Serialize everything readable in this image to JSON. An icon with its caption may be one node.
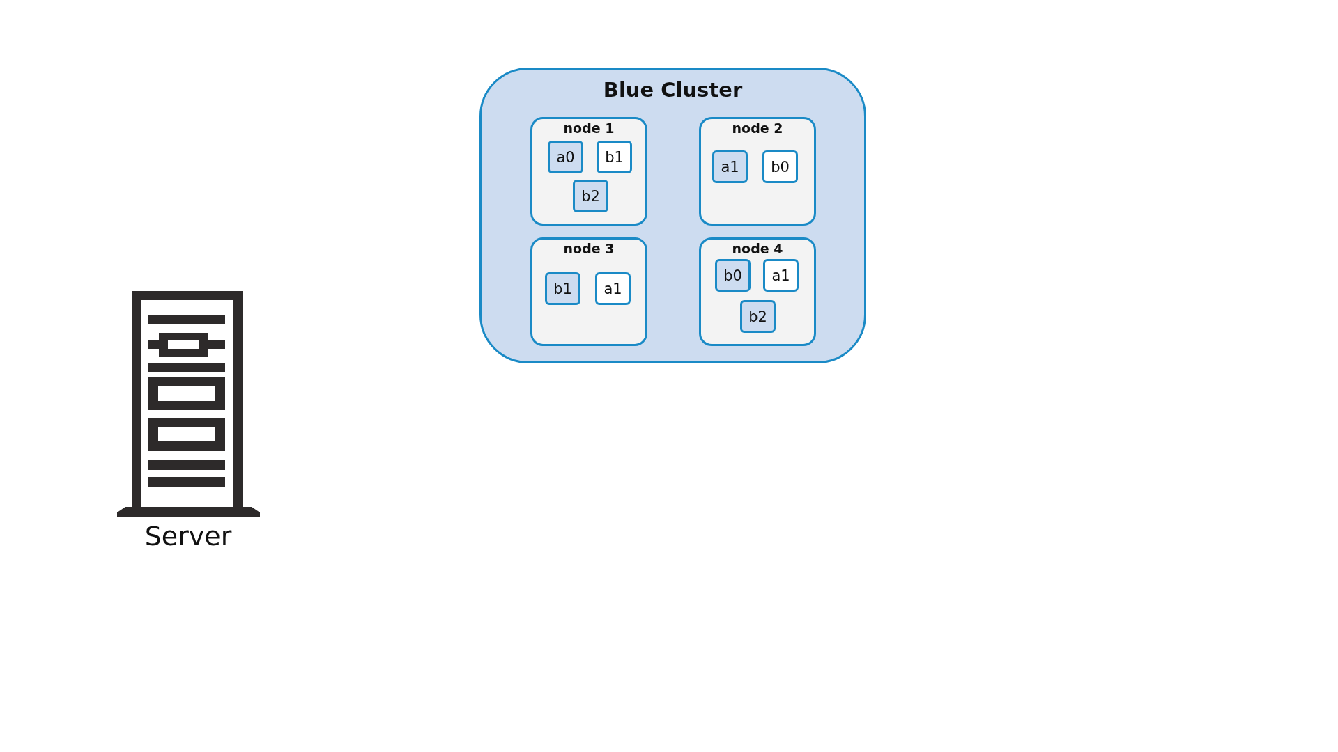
{
  "diagram": {
    "nodes": [
      {
        "text": [
          "Blue Cluster"
        ]
      },
      {
        "text": [
          "node 1"
        ],
        "in": 0
      },
      {
        "text": [
          "a0"
        ],
        "in": 1
      },
      {
        "text": [
          "b1"
        ],
        "in": 1
      },
      {
        "text": [
          "b2"
        ],
        "in": 1
      },
      {
        "text": [
          "node 2"
        ],
        "in": 0
      },
      {
        "text": [
          "a1"
        ],
        "in": 5
      },
      {
        "text": [
          "b0"
        ],
        "in": 5
      },
      {
        "text": [
          "node 3"
        ],
        "in": 0
      },
      {
        "text": [
          "b1"
        ],
        "in": 8
      },
      {
        "text": [
          "a1"
        ],
        "in": 8
      },
      {
        "text": [
          "node 4"
        ],
        "in": 0
      },
      {
        "text": [
          "b0"
        ],
        "in": 11
      },
      {
        "text": [
          "a1"
        ],
        "in": 11
      },
      {
        "text": [
          "b2"
        ],
        "in": 11
      },
      {
        "text": [
          "Server"
        ]
      }
    ],
    "edges": []
  }
}
